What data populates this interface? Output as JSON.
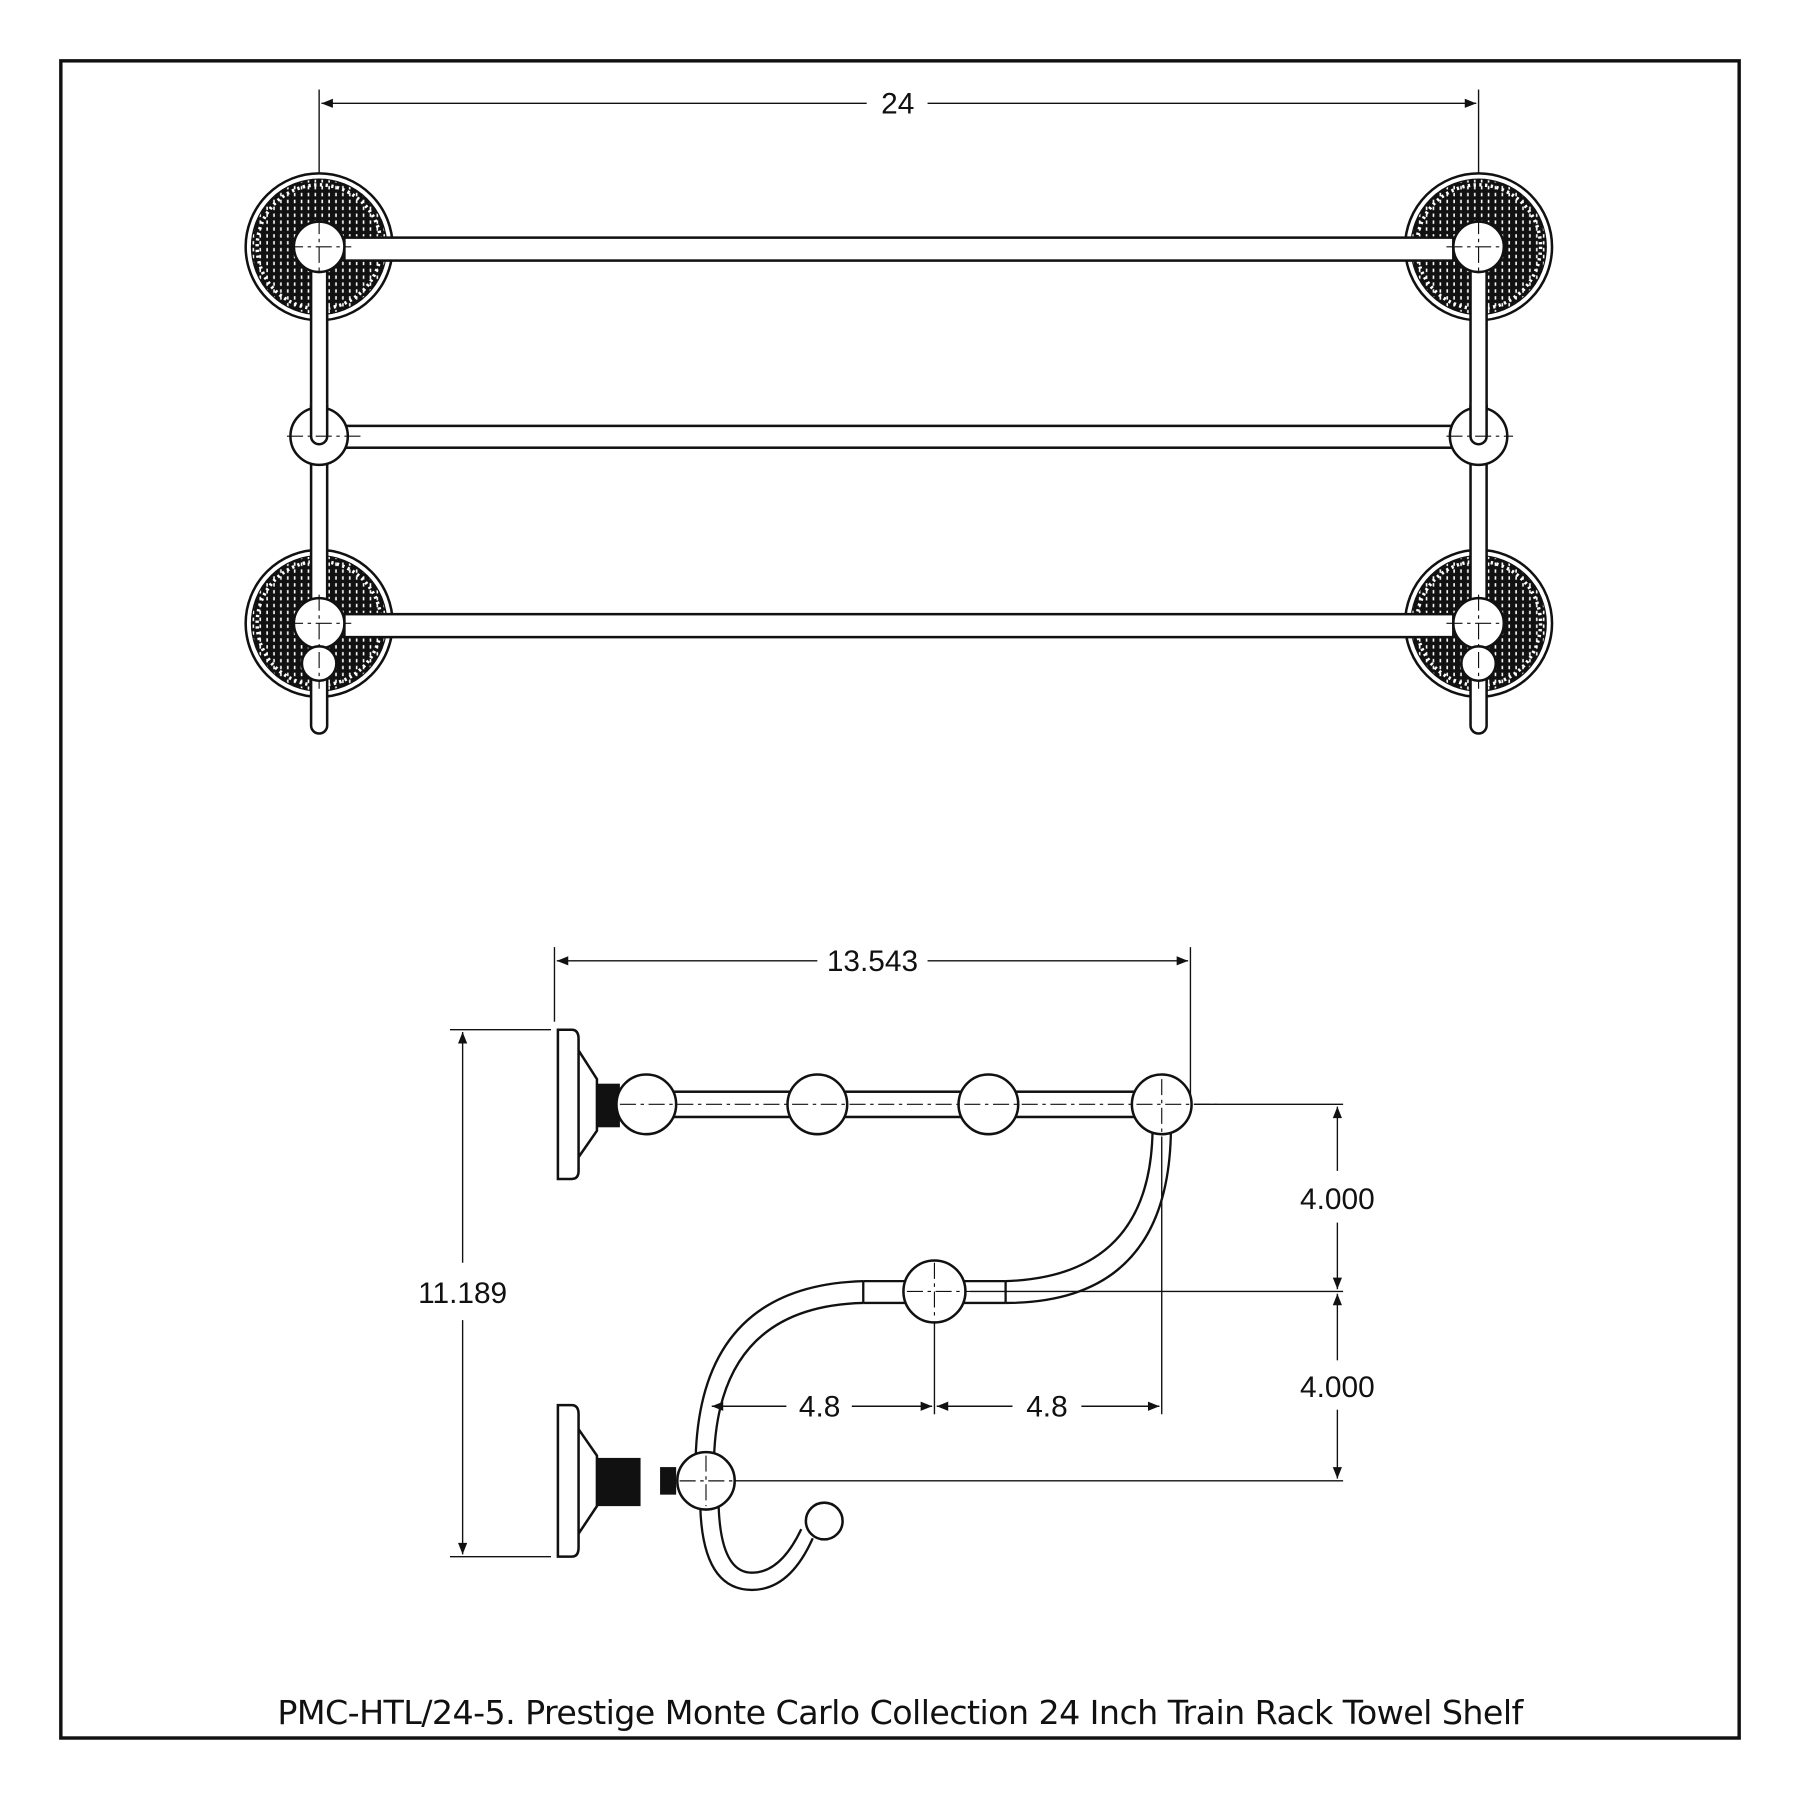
{
  "caption": "PMC-HTL/24-5. Prestige Monte Carlo Collection 24 Inch Train Rack Towel Shelf",
  "front_view": {
    "width_label": "24"
  },
  "side_view": {
    "depth_label": "13.543",
    "height_label": "11.189",
    "upper_spacing_label": "4.000",
    "lower_spacing_label": "4.000",
    "left_offset_label": "4.8",
    "right_offset_label": "4.8"
  },
  "colors": {
    "line": "#111111",
    "background": "#ffffff"
  }
}
